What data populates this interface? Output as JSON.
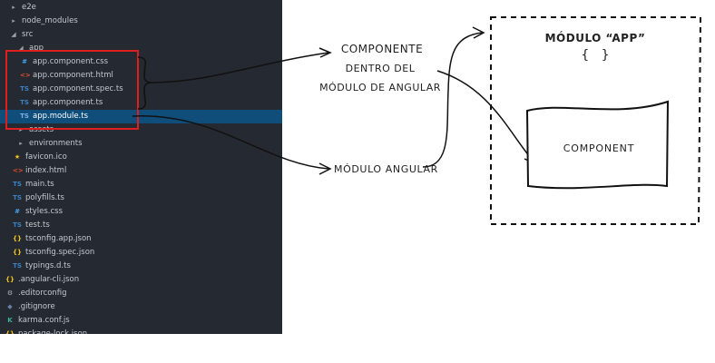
{
  "explorer": {
    "items": [
      {
        "label": "e2e",
        "icon": "chevron-right-icon",
        "glyph": "▸",
        "color": "#9aa0a6"
      },
      {
        "label": "node_modules",
        "icon": "chevron-right-icon",
        "glyph": "▸",
        "color": "#9aa0a6"
      },
      {
        "label": "src",
        "icon": "chevron-down-icon",
        "glyph": "◢",
        "color": "#9aa0a6"
      },
      {
        "label": "app",
        "icon": "chevron-down-icon",
        "glyph": "◢",
        "color": "#9aa0a6"
      },
      {
        "label": "app.component.css",
        "icon": "css-file-icon",
        "glyph": "#",
        "color": "#42a5f5"
      },
      {
        "label": "app.component.html",
        "icon": "html-file-icon",
        "glyph": "<>",
        "color": "#e44d26"
      },
      {
        "label": "app.component.spec.ts",
        "icon": "ts-file-icon",
        "glyph": "TS",
        "color": "#3b82c4"
      },
      {
        "label": "app.component.ts",
        "icon": "ts-file-icon",
        "glyph": "TS",
        "color": "#3b82c4"
      },
      {
        "label": "app.module.ts",
        "icon": "ts-file-icon",
        "glyph": "TS",
        "color": "#7fb2e6",
        "selected": true
      },
      {
        "label": "assets",
        "icon": "chevron-right-icon",
        "glyph": "▸",
        "color": "#9aa0a6"
      },
      {
        "label": "environments",
        "icon": "chevron-right-icon",
        "glyph": "▸",
        "color": "#9aa0a6"
      },
      {
        "label": "favicon.ico",
        "icon": "star-icon",
        "glyph": "★",
        "color": "#f5c518"
      },
      {
        "label": "index.html",
        "icon": "html-file-icon",
        "glyph": "<>",
        "color": "#e44d26"
      },
      {
        "label": "main.ts",
        "icon": "ts-file-icon",
        "glyph": "TS",
        "color": "#3b82c4"
      },
      {
        "label": "polyfills.ts",
        "icon": "ts-file-icon",
        "glyph": "TS",
        "color": "#3b82c4"
      },
      {
        "label": "styles.css",
        "icon": "css-file-icon",
        "glyph": "#",
        "color": "#42a5f5"
      },
      {
        "label": "test.ts",
        "icon": "ts-file-icon",
        "glyph": "TS",
        "color": "#3b82c4"
      },
      {
        "label": "tsconfig.app.json",
        "icon": "json-file-icon",
        "glyph": "{}",
        "color": "#f0c419"
      },
      {
        "label": "tsconfig.spec.json",
        "icon": "json-file-icon",
        "glyph": "{}",
        "color": "#f0c419"
      },
      {
        "label": "typings.d.ts",
        "icon": "ts-file-icon",
        "glyph": "TS",
        "color": "#3b82c4"
      },
      {
        "label": ".angular-cli.json",
        "icon": "json-file-icon",
        "glyph": "{}",
        "color": "#f0c419"
      },
      {
        "label": ".editorconfig",
        "icon": "gear-icon",
        "glyph": "⚙",
        "color": "#b0b4ba"
      },
      {
        "label": ".gitignore",
        "icon": "git-icon",
        "glyph": "◆",
        "color": "#6b7fa0"
      },
      {
        "label": "karma.conf.js",
        "icon": "karma-icon",
        "glyph": "K",
        "color": "#3bb29a"
      },
      {
        "label": "package-lock.json",
        "icon": "json-file-icon",
        "glyph": "{}",
        "color": "#f0c419"
      }
    ],
    "highlight_color": "#e01e1e",
    "selected_color": "#0f4d7a"
  },
  "diagram": {
    "component_note": [
      "COMPONENTE",
      "DENTRO DEL",
      "MÓDULO DE ANGULAR"
    ],
    "module_note": "MÓDULO ANGULAR",
    "module_box_title": "MÓDULO “APP”",
    "module_box_braces": "{   }",
    "component_box_label": "COMPONENT"
  }
}
